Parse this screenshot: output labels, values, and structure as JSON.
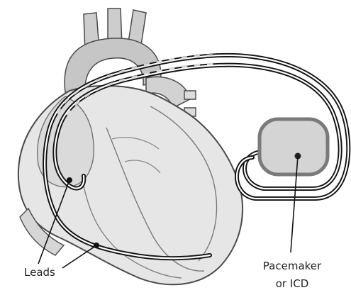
{
  "labels": {
    "leads": "Leads",
    "device_line1": "Pacemaker",
    "device_line2": "or ICD"
  },
  "colors": {
    "heart_fill": "#e6e6e6",
    "heart_outline": "#4a4a4a",
    "vessel_fill": "#cdcdcd",
    "lead_color": "#111111",
    "device_fill": "#d4d4d4",
    "device_border": "#7a7a7a"
  }
}
